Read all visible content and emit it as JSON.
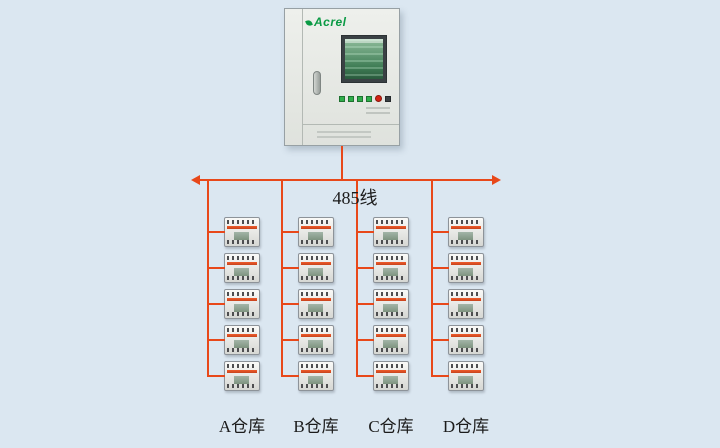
{
  "colors": {
    "accent": "#e8481a",
    "bg": "#dbe7f1",
    "screen": "#3f7d55"
  },
  "cabinet": {
    "brand": "Acrel"
  },
  "bus": {
    "label": "485线"
  },
  "columns": [
    {
      "label": "A仓库",
      "devices": 5
    },
    {
      "label": "B仓库",
      "devices": 5
    },
    {
      "label": "C仓库",
      "devices": 5
    },
    {
      "label": "D仓库",
      "devices": 5
    }
  ]
}
